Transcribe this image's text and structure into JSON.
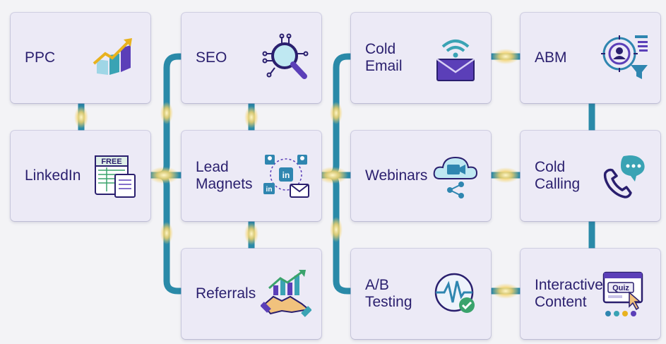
{
  "nodes": {
    "ppc": {
      "label": "PPC",
      "icon": "bar-chart-growth-icon"
    },
    "linkedin": {
      "label": "LinkedIn",
      "icon": "free-document-icon"
    },
    "seo": {
      "label": "SEO",
      "icon": "magnifier-circuit-icon"
    },
    "lead_magnets": {
      "label": "Lead\nMagnets",
      "icon": "linkedin-network-email-icon"
    },
    "referrals": {
      "label": "Referrals",
      "icon": "handshake-growth-icon"
    },
    "cold_email": {
      "label": "Cold\nEmail",
      "icon": "envelope-signal-icon"
    },
    "webinars": {
      "label": "Webinars",
      "icon": "cloud-video-share-icon"
    },
    "ab_testing": {
      "label": "A/B\nTesting",
      "icon": "pulse-check-icon"
    },
    "abm": {
      "label": "ABM",
      "icon": "target-user-funnel-icon"
    },
    "cold_calling": {
      "label": "Cold\nCalling",
      "icon": "phone-chat-icon"
    },
    "interactive_content": {
      "label": "Interactive\nContent",
      "icon": "quiz-window-icon"
    },
    "icon_texts": {
      "free": "FREE",
      "quiz": "Quiz",
      "in": "in"
    }
  },
  "colors": {
    "connector": "#2a8aa8",
    "glow": "#f4d36a",
    "text": "#2a1f6e",
    "card": "#eceaf6",
    "accent_purple": "#5b3fb8",
    "accent_teal": "#3aa3b4"
  }
}
